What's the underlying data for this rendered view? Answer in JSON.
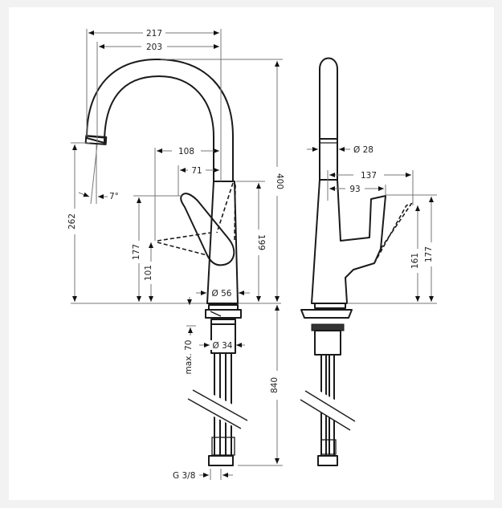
{
  "diagram": {
    "type": "technical-dimension-drawing",
    "subject": "single-lever kitchen mixer tap",
    "views": [
      "front",
      "side"
    ],
    "colors": {
      "background": "#ffffff",
      "frame": "#f2f2f2",
      "line": "#1a1a1a",
      "dimension_line": "#777777"
    },
    "front_view": {
      "dimensions": {
        "spout_reach_outer": "217",
        "spout_reach_inner": "203",
        "total_height": "400",
        "spout_outlet_height": "262",
        "spout_angle": "7°",
        "lever_reach_open": "108",
        "lever_reach_closed": "71",
        "lever_height_closed": "177",
        "lever_height_open": "101",
        "body_top_height": "199",
        "base_diameter": "Ø 56",
        "mount_hole_diameter": "Ø 34",
        "max_deck_thickness": "max. 70",
        "hose_length": "840",
        "hose_connection": "G 3/8"
      }
    },
    "side_view": {
      "dimensions": {
        "spout_diameter": "Ø 28",
        "lever_reach_open": "137",
        "lever_reach_closed": "93",
        "lever_height_open": "161",
        "lever_height_closed": "177"
      }
    }
  }
}
